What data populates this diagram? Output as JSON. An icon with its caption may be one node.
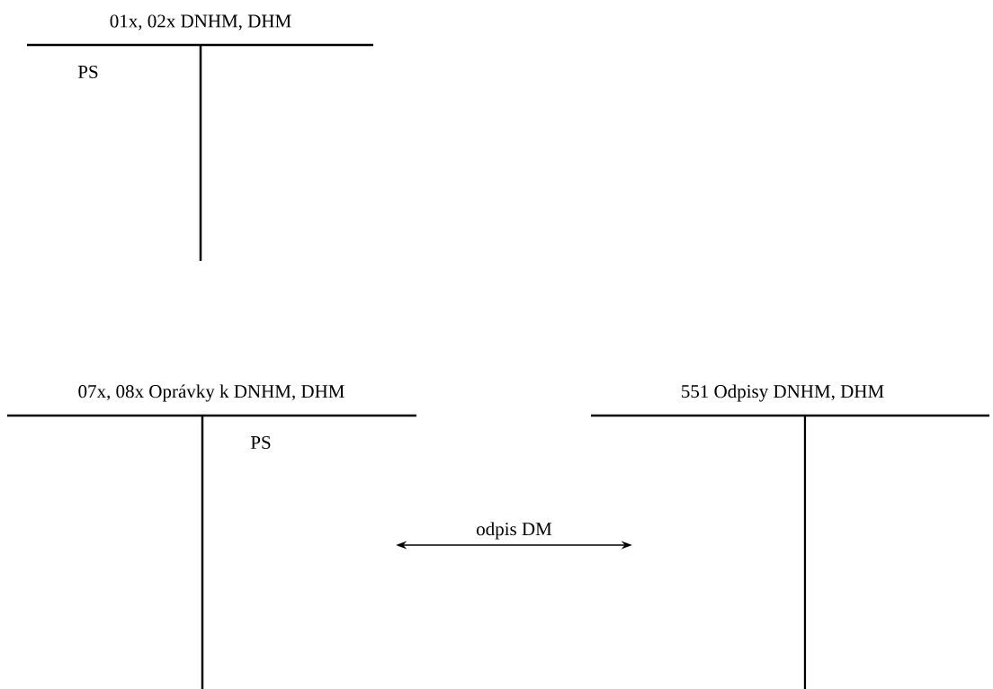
{
  "diagram": {
    "nodes": [
      {
        "text": [
          "01x, 02x DNHM, DHM",
          "PS"
        ]
      },
      {
        "text": [
          "07x, 08x Oprávky k DNHM, DHM",
          "PS"
        ]
      },
      {
        "text": [
          "551 Odpisy DNHM, DHM"
        ]
      }
    ],
    "edges": [
      {
        "from": 1,
        "to": 2,
        "arrow": "both",
        "label": "odpis DM"
      }
    ]
  }
}
